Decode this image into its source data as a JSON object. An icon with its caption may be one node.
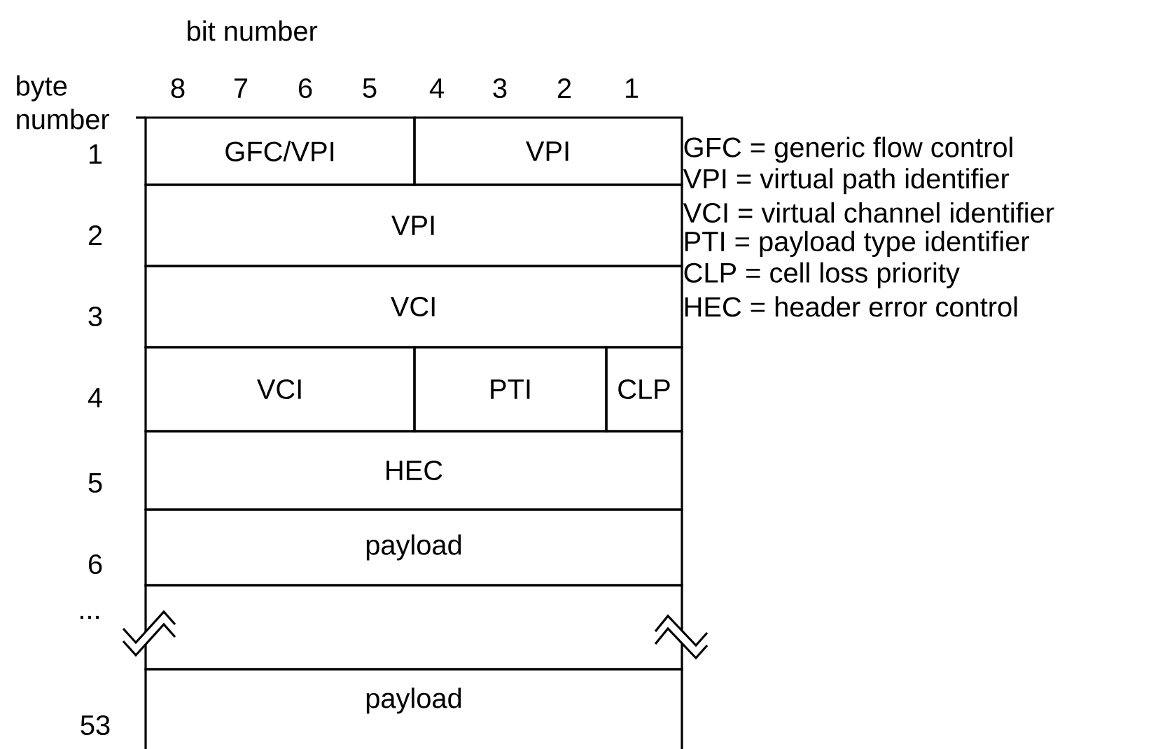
{
  "diagram": {
    "nodes": [
      {
        "text": [
          "GFC/VPI"
        ]
      },
      {
        "text": [
          "VPI"
        ]
      },
      {
        "text": [
          "VPI"
        ]
      },
      {
        "text": [
          "VCI"
        ]
      },
      {
        "text": [
          "VCI"
        ]
      },
      {
        "text": [
          "PTI"
        ]
      },
      {
        "text": [
          "CLP"
        ]
      },
      {
        "text": [
          "HEC"
        ]
      },
      {
        "text": [
          "payload"
        ]
      },
      {
        "text": [],
        "shape": "box"
      },
      {
        "text": [
          "payload"
        ]
      }
    ],
    "labels": [
      "bit number",
      "byte number",
      "8",
      "7",
      "6",
      "5",
      "4",
      "3",
      "2",
      "1",
      "1",
      "2",
      "3",
      "4",
      "5",
      "6",
      "...",
      "53",
      "GFC = generic flow control",
      "VPI = virtual path identifier",
      "VCI = virtual channel identifier",
      "PTI = payload type identifier",
      "CLP = cell loss priority",
      "HEC = header error control"
    ]
  }
}
